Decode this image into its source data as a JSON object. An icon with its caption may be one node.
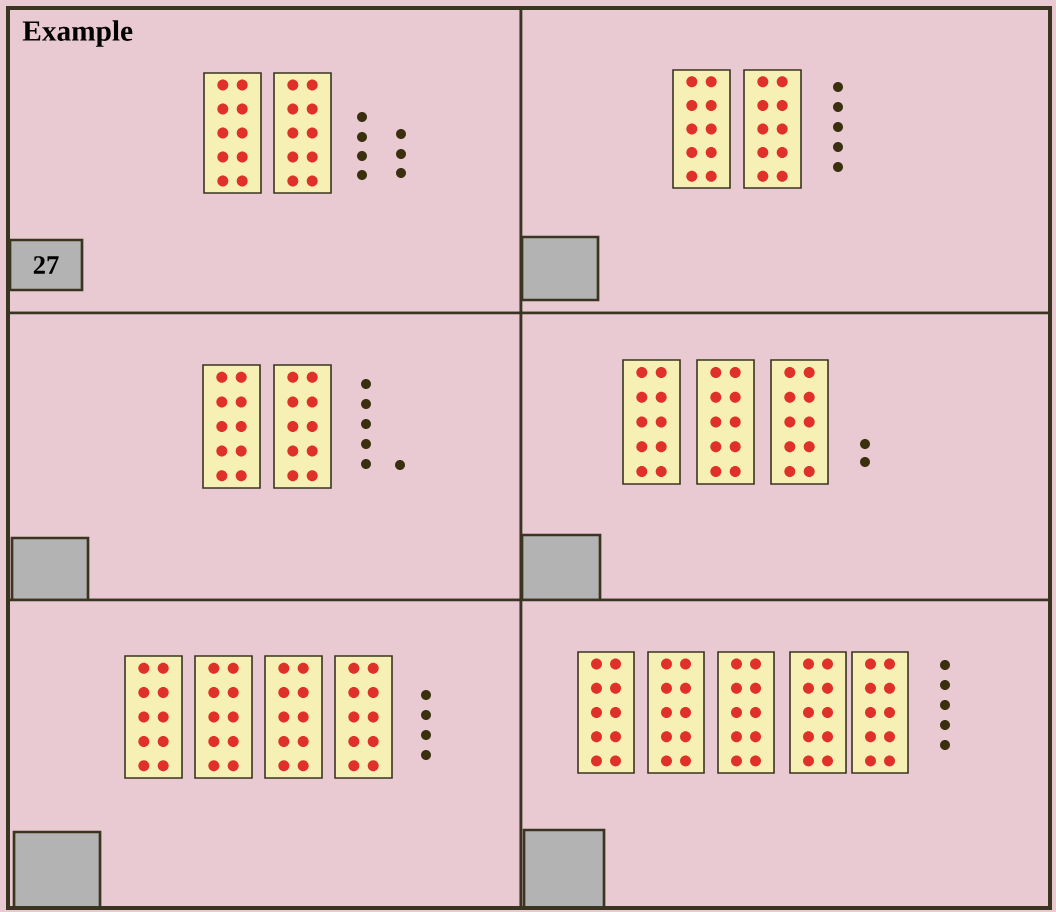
{
  "diagram": {
    "nodes": [
      {
        "text": [
          "Example"
        ]
      },
      {
        "text": [
          "27"
        ],
        "in": 0
      },
      {
        "text": [],
        "shape": "box"
      },
      {
        "text": [],
        "shape": "box",
        "in": 2
      },
      {
        "text": [],
        "shape": "box"
      },
      {
        "text": [],
        "shape": "box",
        "in": 4
      },
      {
        "text": [],
        "shape": "box"
      },
      {
        "text": [],
        "shape": "box",
        "in": 6
      },
      {
        "text": [],
        "shape": "box"
      },
      {
        "text": [],
        "shape": "box",
        "in": 8
      },
      {
        "text": [],
        "shape": "box"
      },
      {
        "text": [],
        "shape": "box",
        "in": 10
      }
    ]
  }
}
